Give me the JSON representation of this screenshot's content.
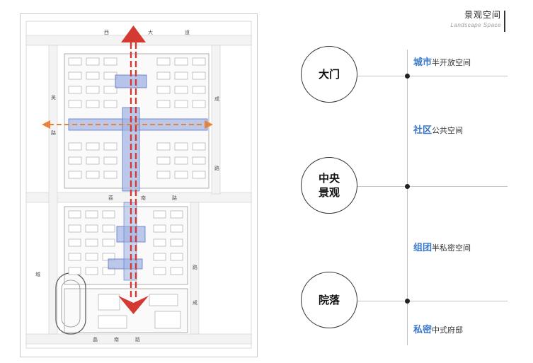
{
  "header": {
    "title": "景观空间",
    "subtitle": "Landscape Space"
  },
  "plan": {
    "roads": [
      "西",
      "大",
      "道",
      "荔",
      "南",
      "路",
      "晶",
      "南",
      "路",
      "成",
      "路",
      "吴",
      "路",
      "城",
      "路",
      "成"
    ]
  },
  "hierarchy": {
    "nodes": [
      {
        "label": "大门"
      },
      {
        "label": "中央\n景观"
      },
      {
        "label": "院落"
      }
    ],
    "levels": [
      {
        "main": "城市",
        "rest": "半开放空间"
      },
      {
        "main": "社区",
        "rest": "公共空间"
      },
      {
        "main": "组团",
        "rest": "半私密空间"
      },
      {
        "main": "私密",
        "rest": "中式府邸"
      }
    ]
  },
  "colors": {
    "accent": "#3a78c8",
    "axis_red": "#d43a32",
    "axis_orange": "#e8823a",
    "node_blue": "#9fb2e3"
  }
}
